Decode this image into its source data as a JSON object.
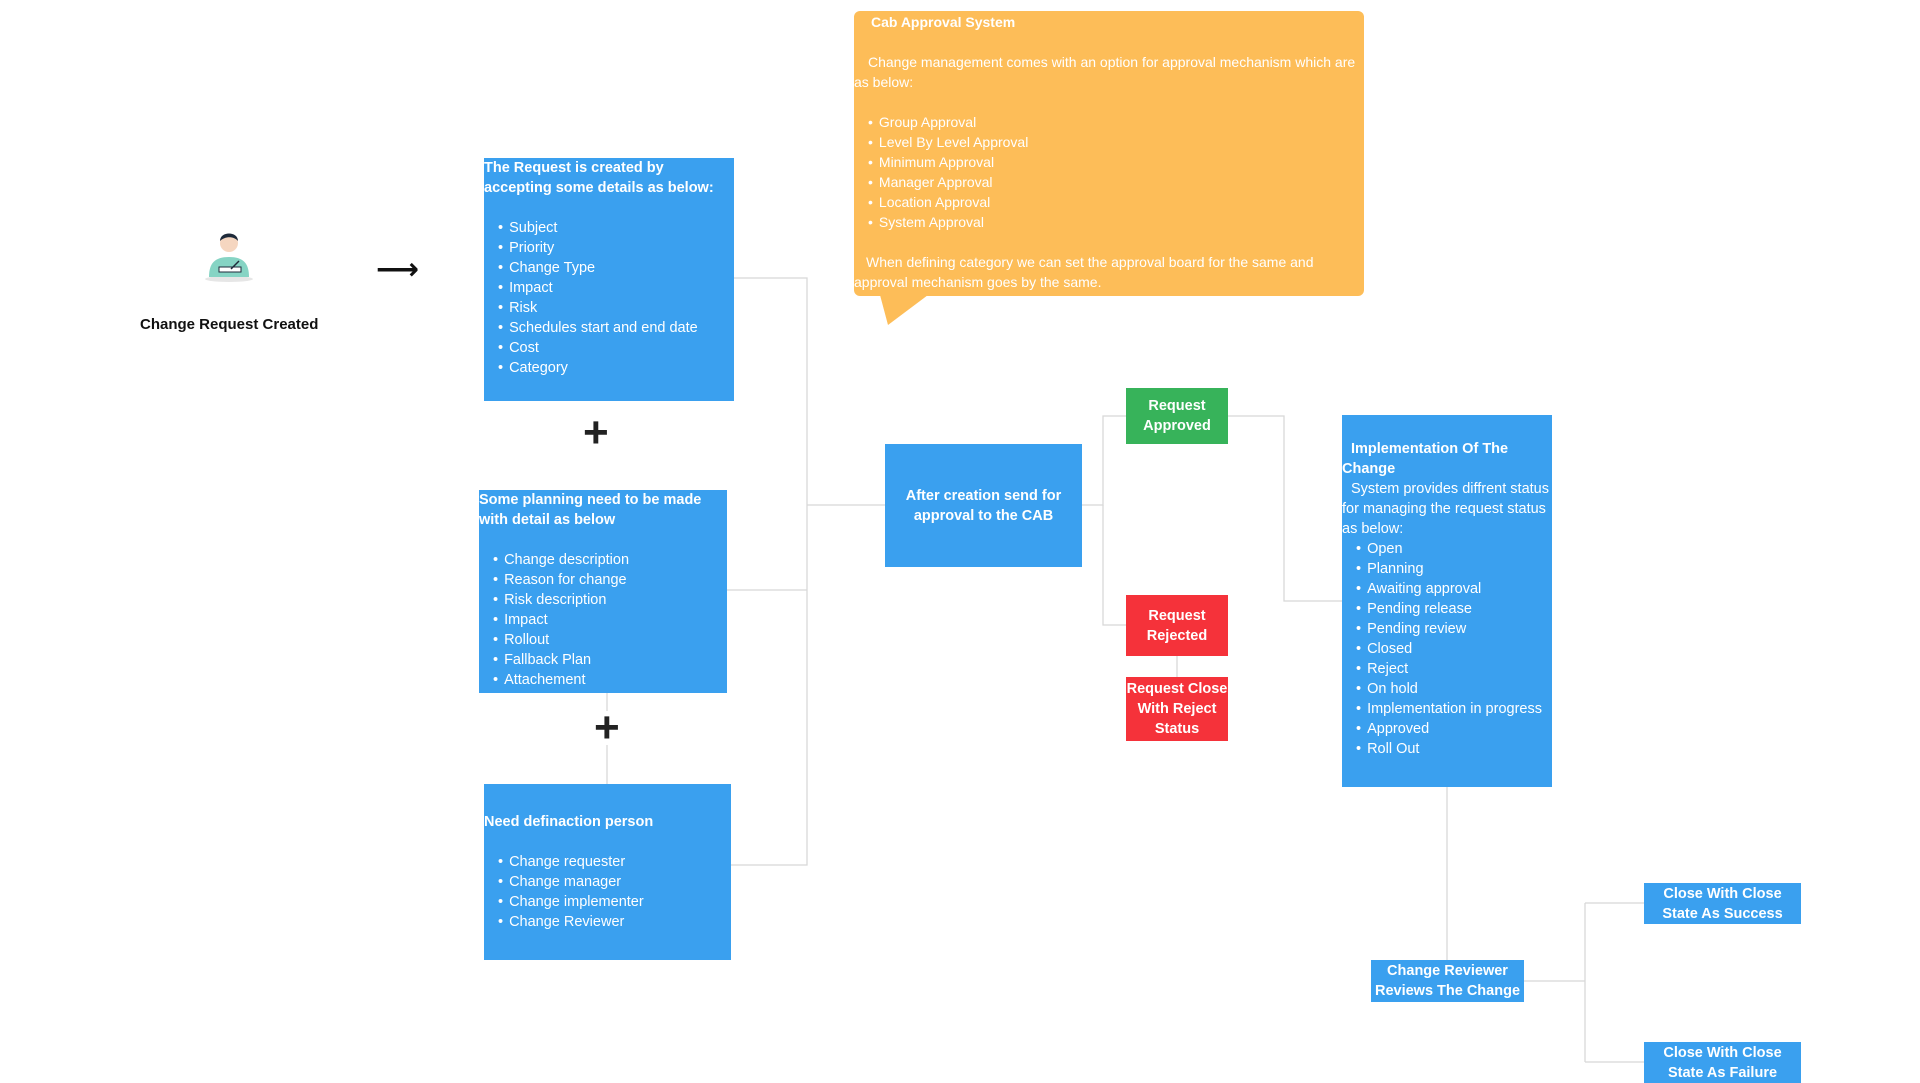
{
  "start": {
    "label": "Change Request Created",
    "icon": "person-writing-icon",
    "arrow": "⟶"
  },
  "request_box": {
    "title": "The Request is created by accepting some details as below:",
    "items": [
      "Subject",
      "Priority",
      "Change Type",
      "Impact",
      "Risk",
      "Schedules start and end date",
      "Cost",
      "Category"
    ]
  },
  "plus_symbol": "+",
  "planning_box": {
    "title": "Some planning need to be made with detail as below",
    "items": [
      "Change description",
      "Reason for change",
      "Risk description",
      "Impact",
      "Rollout",
      "Fallback Plan",
      "Attachement"
    ]
  },
  "person_box": {
    "title": "Need definaction person",
    "items": [
      "Change requester",
      "Change manager",
      "Change implementer",
      "Change Reviewer"
    ]
  },
  "cab_box": {
    "label": "After creation send for approval to the CAB"
  },
  "callout": {
    "title": "Cab Approval System",
    "intro": "Change management comes with an  option for approval mechanism which are as below:",
    "items": [
      "Group Approval",
      "Level By Level Approval",
      "Minimum Approval",
      "Manager Approval",
      "Location Approval",
      "System Approval"
    ],
    "footer": "When defining category we can set the approval  board for the same and approval mechanism goes by the same."
  },
  "approved": {
    "label": "Request Approved"
  },
  "rejected": {
    "label": "Request Rejected"
  },
  "reject_close": {
    "label": "Request Close With Reject Status"
  },
  "implementation_box": {
    "title": "Implementation Of The Change",
    "intro": "System provides diffrent status for managing the request status as below:",
    "items": [
      "Open",
      "Planning",
      "Awaiting approval",
      "Pending release",
      "Pending review",
      "Closed",
      "Reject",
      "On hold",
      "Implementation in progress",
      "Approved",
      "Roll Out"
    ]
  },
  "reviewer_box": {
    "label": "Change Reviewer Reviews The Change"
  },
  "success_box": {
    "label": "Close With Close State As Success"
  },
  "failure_box": {
    "label": "Close With Close State As Failure"
  },
  "colors": {
    "blue": "#3aa0ef",
    "green": "#37b35a",
    "red": "#f5323a",
    "orange": "#fdbd58",
    "connector": "#d8d8d8"
  }
}
